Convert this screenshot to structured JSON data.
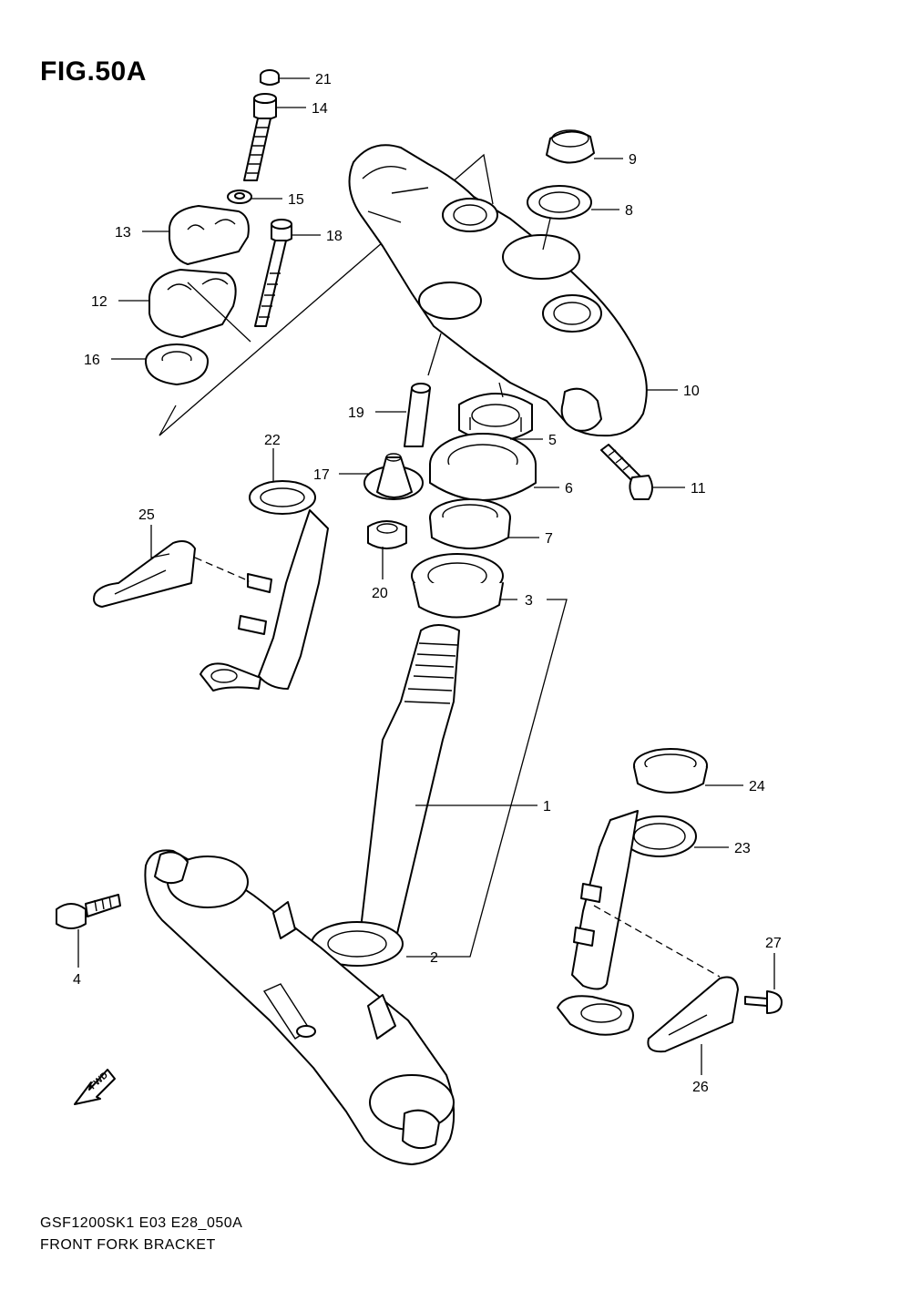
{
  "figure": {
    "title": "FIG.50A"
  },
  "footer": {
    "code": "GSF1200SK1 E03 E28_050A",
    "name": "FRONT FORK BRACKET"
  },
  "direction_marker": {
    "label": "FWD",
    "icon": "fwd-arrow-icon"
  },
  "parts": [
    {
      "id": "21",
      "label": "21"
    },
    {
      "id": "14",
      "label": "14"
    },
    {
      "id": "15",
      "label": "15"
    },
    {
      "id": "13",
      "label": "13"
    },
    {
      "id": "18",
      "label": "18"
    },
    {
      "id": "12",
      "label": "12"
    },
    {
      "id": "16",
      "label": "16"
    },
    {
      "id": "9",
      "label": "9"
    },
    {
      "id": "8",
      "label": "8"
    },
    {
      "id": "10",
      "label": "10"
    },
    {
      "id": "19",
      "label": "19"
    },
    {
      "id": "5",
      "label": "5"
    },
    {
      "id": "22",
      "label": "22"
    },
    {
      "id": "17",
      "label": "17"
    },
    {
      "id": "6",
      "label": "6"
    },
    {
      "id": "11",
      "label": "11"
    },
    {
      "id": "25",
      "label": "25"
    },
    {
      "id": "7",
      "label": "7"
    },
    {
      "id": "20",
      "label": "20"
    },
    {
      "id": "3",
      "label": "3"
    },
    {
      "id": "1",
      "label": "1"
    },
    {
      "id": "24",
      "label": "24"
    },
    {
      "id": "23",
      "label": "23"
    },
    {
      "id": "27",
      "label": "27"
    },
    {
      "id": "4",
      "label": "4"
    },
    {
      "id": "2",
      "label": "2"
    },
    {
      "id": "26",
      "label": "26"
    }
  ]
}
